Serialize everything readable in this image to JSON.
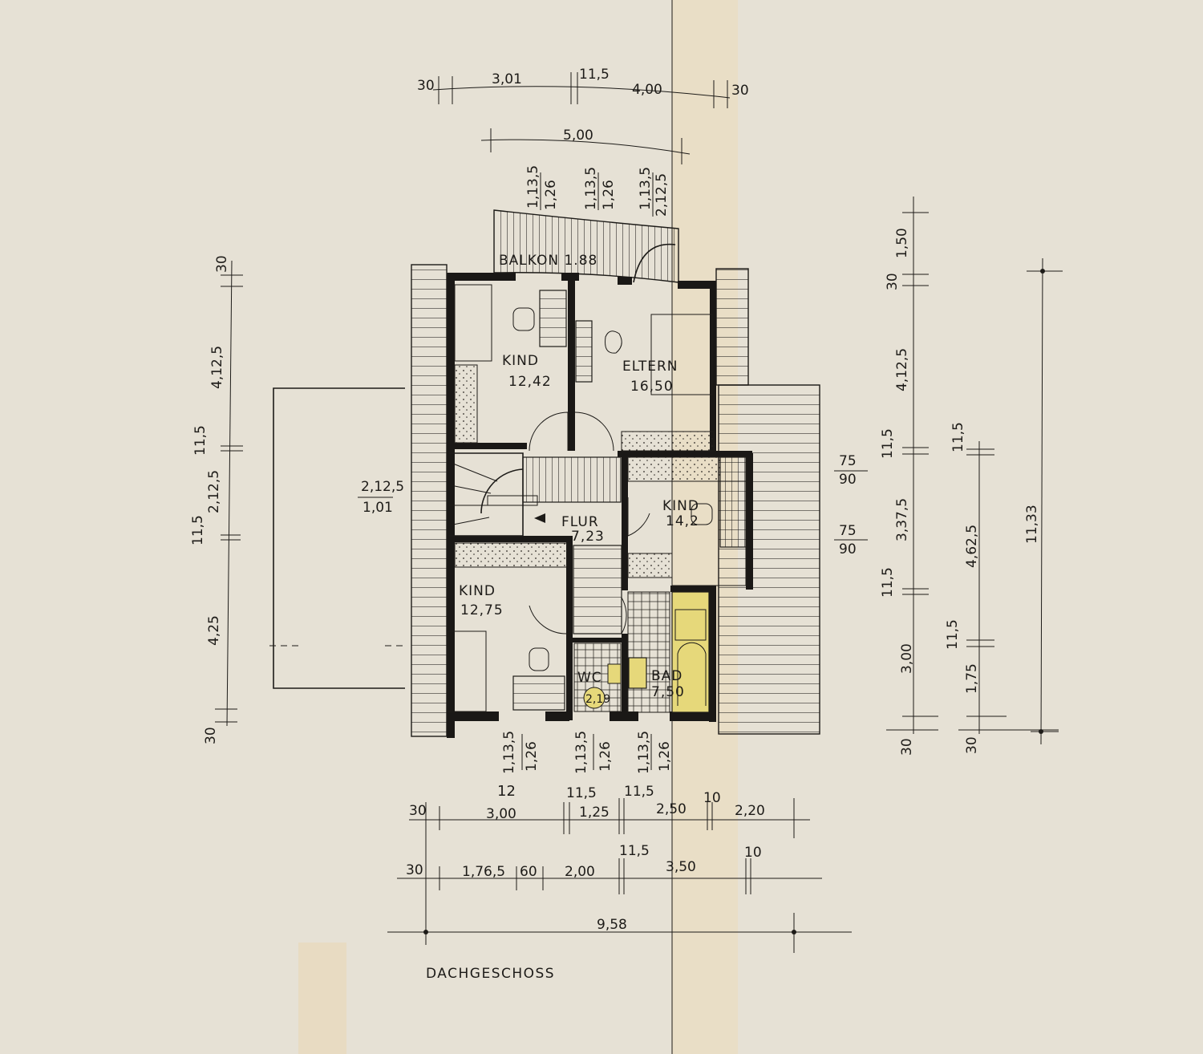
{
  "title": "DACHGESCHOSS",
  "rooms": {
    "balkon": "BALKON 1.88",
    "kind1_name": "KIND",
    "kind1_area": "12,42",
    "eltern_name": "ELTERN",
    "eltern_area": "16,50",
    "flur_name": "FLUR",
    "flur_area": "7,23",
    "kind2_name": "KIND",
    "kind2_area": "14,2",
    "kind3_name": "KIND",
    "kind3_area": "12,75",
    "wc_name": "WC",
    "wc_area": "2,19",
    "bad_name": "BAD",
    "bad_area": "7,50"
  },
  "dims_top": {
    "a": "30",
    "b": "3,01",
    "c": "11,5",
    "d": "4,00",
    "e": "30",
    "total": "5,00",
    "w1a": "1,13,5",
    "w1b": "1,26",
    "w2a": "1,13,5",
    "w2b": "1,26",
    "w3a": "1,13,5",
    "w3b": "2,12,5"
  },
  "dims_left": {
    "a": "30",
    "b": "4,12,5",
    "c": "11,5",
    "d": "2,12,5",
    "e": "11,5",
    "f": "4,25",
    "g": "30"
  },
  "dims_mid": {
    "a": "2,12,5",
    "b": "1,01"
  },
  "dims_right_windows": {
    "a1": "75",
    "a2": "90",
    "b1": "75",
    "b2": "90"
  },
  "dims_right": {
    "r1": "1,50",
    "r2": "30",
    "r3": "4,12,5",
    "r4": "11,5",
    "r5": "3,37,5",
    "r6": "11,5",
    "r7": "3,00",
    "r8": "30",
    "s1": "11,5",
    "s2": "4,62,5",
    "s3": "11,5",
    "s4": "1,75",
    "s5": "30",
    "total": "11,33"
  },
  "dims_bottom_windows": {
    "w1a": "1,13,5",
    "w1b": "1,26",
    "w2a": "1,13,5",
    "w2b": "1,26",
    "w3a": "1,13,5",
    "w3b": "1,26"
  },
  "dims_bottom": {
    "row1": [
      "30",
      "3,00",
      "11,5",
      "1,25",
      "11,5",
      "2,50",
      "10",
      "2,20"
    ],
    "row2": [
      "30",
      "1,76,5",
      "60",
      "2,00",
      "11,5",
      "3,50",
      "10"
    ],
    "total": "9,58",
    "note": "12"
  }
}
